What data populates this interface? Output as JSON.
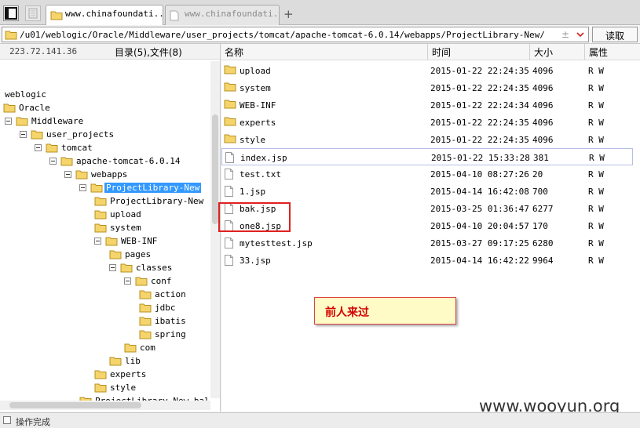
{
  "tabs": [
    {
      "label": "www.chinafoundati...",
      "active": true
    },
    {
      "label": "www.chinafoundati...",
      "active": false
    }
  ],
  "toolbar": {
    "new_tab": "+"
  },
  "address": {
    "path": "/u01/weblogic/Oracle/Middleware/user_projects/tomcat/apache-tomcat-6.0.14/webapps/ProjectLibrary-New/",
    "read_label": "读取"
  },
  "left": {
    "ip": "223.72.141.36",
    "dircount": "目录(5),文件(8)",
    "tree": [
      {
        "label": "weblogic",
        "level": 0,
        "folder": false,
        "toggle": false
      },
      {
        "label": "Oracle",
        "level": 0,
        "folder": true,
        "toggle": false
      },
      {
        "label": "Middleware",
        "level": 0,
        "folder": true,
        "toggle": true
      },
      {
        "label": "user_projects",
        "level": 1,
        "folder": true,
        "toggle": true
      },
      {
        "label": "tomcat",
        "level": 2,
        "folder": true,
        "toggle": true
      },
      {
        "label": "apache-tomcat-6.0.14",
        "level": 3,
        "folder": true,
        "toggle": true
      },
      {
        "label": "webapps",
        "level": 4,
        "folder": true,
        "toggle": true
      },
      {
        "label": "ProjectLibrary-New",
        "level": 5,
        "folder": true,
        "toggle": true,
        "selected": true
      },
      {
        "label": "ProjectLibrary-New",
        "level": 6,
        "folder": true,
        "toggle": false
      },
      {
        "label": "upload",
        "level": 6,
        "folder": true,
        "toggle": false
      },
      {
        "label": "system",
        "level": 6,
        "folder": true,
        "toggle": false
      },
      {
        "label": "WEB-INF",
        "level": 6,
        "folder": true,
        "toggle": true
      },
      {
        "label": "pages",
        "level": 7,
        "folder": true,
        "toggle": false
      },
      {
        "label": "classes",
        "level": 7,
        "folder": true,
        "toggle": true
      },
      {
        "label": "conf",
        "level": 8,
        "folder": true,
        "toggle": true
      },
      {
        "label": "action",
        "level": 9,
        "folder": true,
        "toggle": false
      },
      {
        "label": "jdbc",
        "level": 9,
        "folder": true,
        "toggle": false
      },
      {
        "label": "ibatis",
        "level": 9,
        "folder": true,
        "toggle": false
      },
      {
        "label": "spring",
        "level": 9,
        "folder": true,
        "toggle": false
      },
      {
        "label": "com",
        "level": 8,
        "folder": true,
        "toggle": false
      },
      {
        "label": "lib",
        "level": 7,
        "folder": true,
        "toggle": false
      },
      {
        "label": "experts",
        "level": 6,
        "folder": true,
        "toggle": false
      },
      {
        "label": "style",
        "level": 6,
        "folder": true,
        "toggle": false
      },
      {
        "label": "ProjectLibrary-New.bal",
        "level": 5,
        "folder": true,
        "toggle": false
      }
    ]
  },
  "right": {
    "headers": {
      "name": "名称",
      "time": "时间",
      "size": "大小",
      "attr": "属性"
    },
    "rows": [
      {
        "name": "upload",
        "time": "2015-01-22 22:24:35",
        "size": "4096",
        "attr": "R W",
        "folder": true
      },
      {
        "name": "system",
        "time": "2015-01-22 22:24:35",
        "size": "4096",
        "attr": "R W",
        "folder": true
      },
      {
        "name": "WEB-INF",
        "time": "2015-01-22 22:24:34",
        "size": "4096",
        "attr": "R W",
        "folder": true
      },
      {
        "name": "experts",
        "time": "2015-01-22 22:24:35",
        "size": "4096",
        "attr": "R W",
        "folder": true
      },
      {
        "name": "style",
        "time": "2015-01-22 22:24:35",
        "size": "4096",
        "attr": "R W",
        "folder": true
      },
      {
        "name": "index.jsp",
        "time": "2015-01-22 15:33:28",
        "size": "381",
        "attr": "R W",
        "folder": false,
        "hover": true
      },
      {
        "name": "test.txt",
        "time": "2015-04-10 08:27:26",
        "size": "20",
        "attr": "R W",
        "folder": false
      },
      {
        "name": "1.jsp",
        "time": "2015-04-14 16:42:08",
        "size": "700",
        "attr": "R W",
        "folder": false
      },
      {
        "name": "bak.jsp",
        "time": "2015-03-25 01:36:47",
        "size": "6277",
        "attr": "R W",
        "folder": false
      },
      {
        "name": "one8.jsp",
        "time": "2015-04-10 20:04:57",
        "size": "170",
        "attr": "R W",
        "folder": false
      },
      {
        "name": "mytesttest.jsp",
        "time": "2015-03-27 09:17:25",
        "size": "6280",
        "attr": "R W",
        "folder": false
      },
      {
        "name": "33.jsp",
        "time": "2015-04-14 16:42:22",
        "size": "9964",
        "attr": "R W",
        "folder": false
      }
    ]
  },
  "note": "前人来过",
  "watermark": "www.wooyun.org",
  "status": "操作完成",
  "icons": {
    "folder": "folder-icon",
    "file": "file-icon",
    "sidebar": "sidebar-toggle-icon",
    "page": "page-icon",
    "status": "status-icon"
  },
  "colors": {
    "folder_fill": "#f5d56b",
    "folder_stroke": "#b89020",
    "selected_bg": "#3399ff",
    "red_box": "#e02020",
    "note_bg": "#fefbc6",
    "note_text": "#d40000"
  }
}
